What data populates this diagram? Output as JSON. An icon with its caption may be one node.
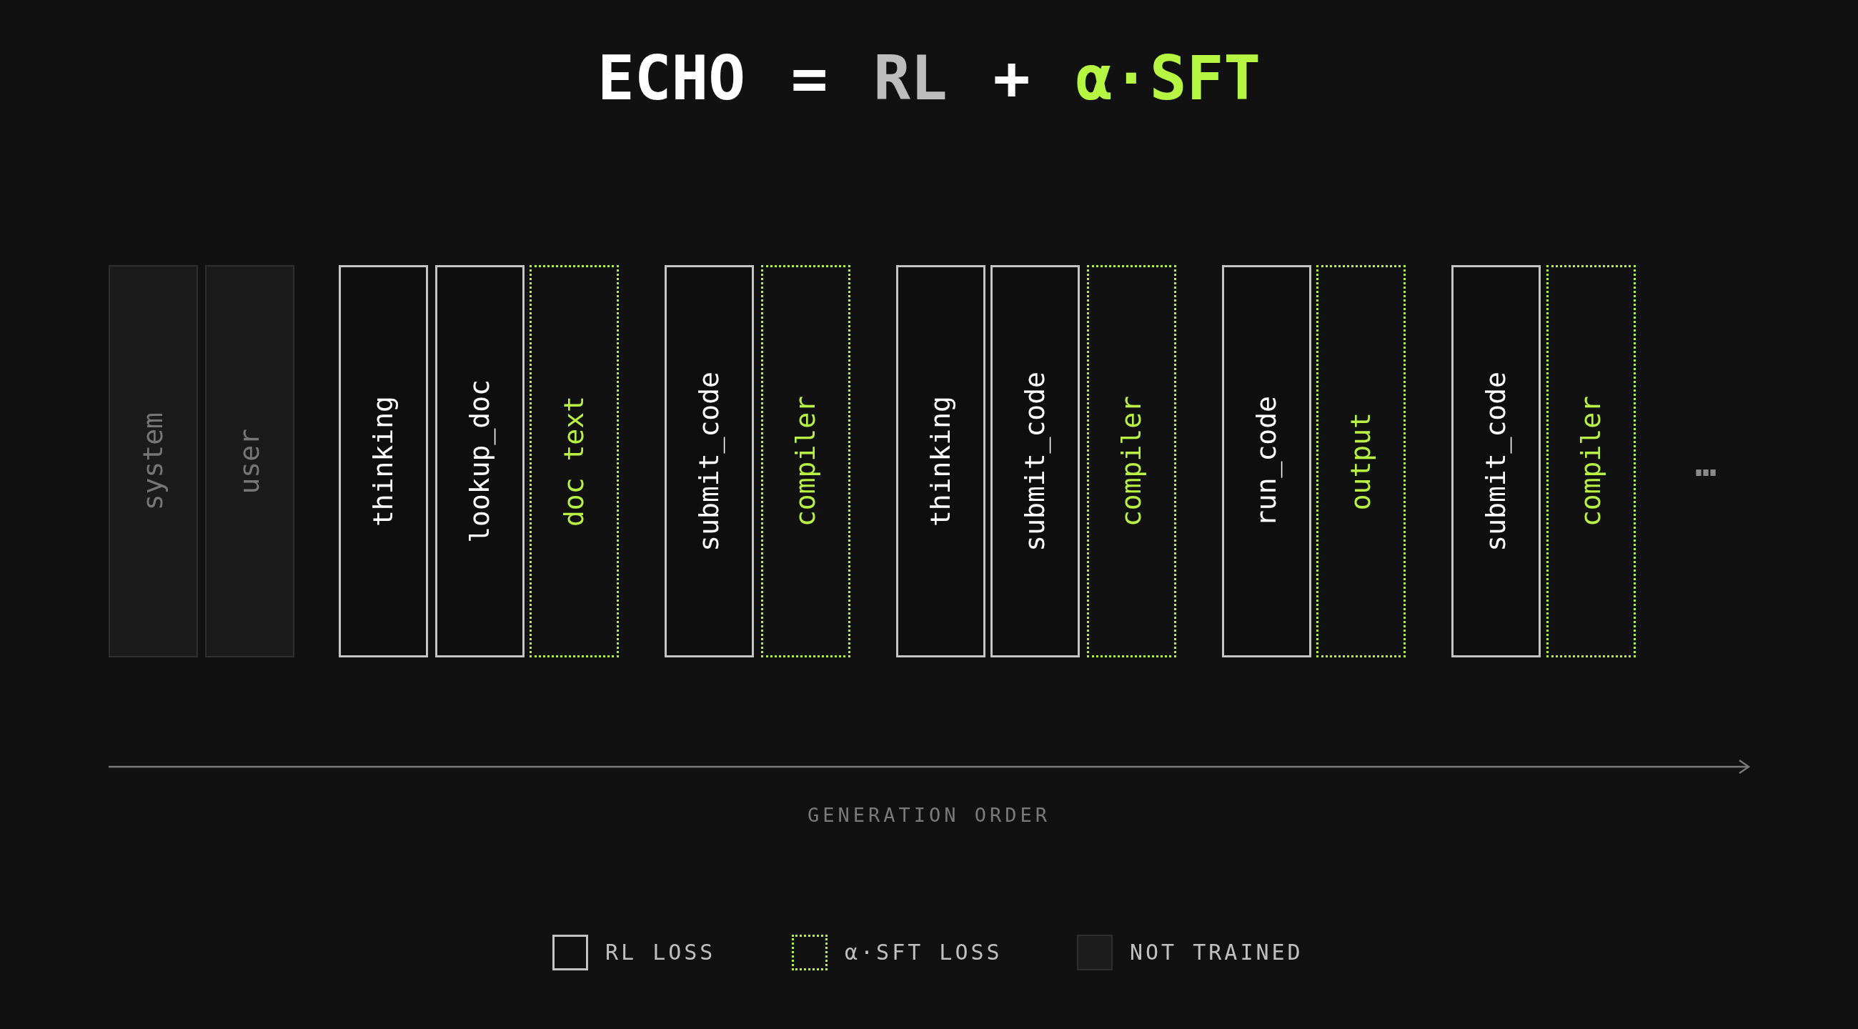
{
  "diagram": {
    "title": "ECHO = RL + α·SFT",
    "nodes": [
      {
        "text": [
          "system"
        ]
      },
      {
        "text": [
          "user"
        ]
      },
      {
        "text": [
          "thinking"
        ]
      },
      {
        "text": [
          "lookup_doc"
        ]
      },
      {
        "text": [
          "doc text"
        ]
      },
      {
        "text": [
          "submit_code"
        ]
      },
      {
        "text": [
          "compiler"
        ]
      },
      {
        "text": [
          "thinking"
        ]
      },
      {
        "text": [
          "submit_code"
        ]
      },
      {
        "text": [
          "compiler"
        ]
      },
      {
        "text": [
          "run_code"
        ]
      },
      {
        "text": [
          "output"
        ]
      },
      {
        "text": [
          "submit_code"
        ]
      },
      {
        "text": [
          "compiler"
        ]
      }
    ],
    "labels": [
      "…",
      "GENERATION ORDER"
    ],
    "legend": [
      {
        "text": "RL LOSS"
      },
      {
        "text": "α·SFT LOSS"
      },
      {
        "text": "NOT TRAINED",
        "color": "#1c1c1c"
      }
    ]
  }
}
